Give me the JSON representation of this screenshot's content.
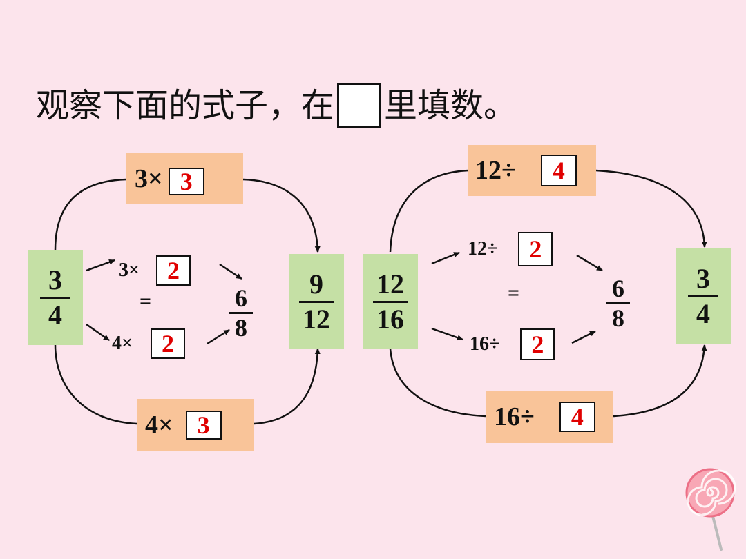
{
  "title": {
    "before": "观察下面的式子，在",
    "after": "里填数。"
  },
  "left": {
    "top_op": {
      "label": "3×",
      "answer": "3"
    },
    "bottom_op": {
      "label": "4×",
      "answer": "3"
    },
    "inner_top": {
      "label": "3×",
      "answer": "2"
    },
    "inner_bottom": {
      "label": "4×",
      "answer": "2"
    },
    "equals": "=",
    "start_fraction": {
      "num": "3",
      "den": "4"
    },
    "mid_fraction": {
      "num": "6",
      "den": "8"
    },
    "end_fraction": {
      "num": "9",
      "den": "12"
    }
  },
  "right": {
    "top_op": {
      "label": "12÷",
      "answer": "4"
    },
    "bottom_op": {
      "label": "16÷",
      "answer": "4"
    },
    "inner_top": {
      "label": "12÷",
      "answer": "2"
    },
    "inner_bottom": {
      "label": "16÷",
      "answer": "2"
    },
    "equals": "=",
    "start_fraction": {
      "num": "12",
      "den": "16"
    },
    "mid_fraction": {
      "num": "6",
      "den": "8"
    },
    "end_fraction": {
      "num": "3",
      "den": "4"
    }
  },
  "colors": {
    "answer": "#e00000",
    "op_box": "#f9c499",
    "fraction_box": "#c5e0a5",
    "background": "#fce4ec"
  },
  "decoration_icon": "lollipop-icon"
}
